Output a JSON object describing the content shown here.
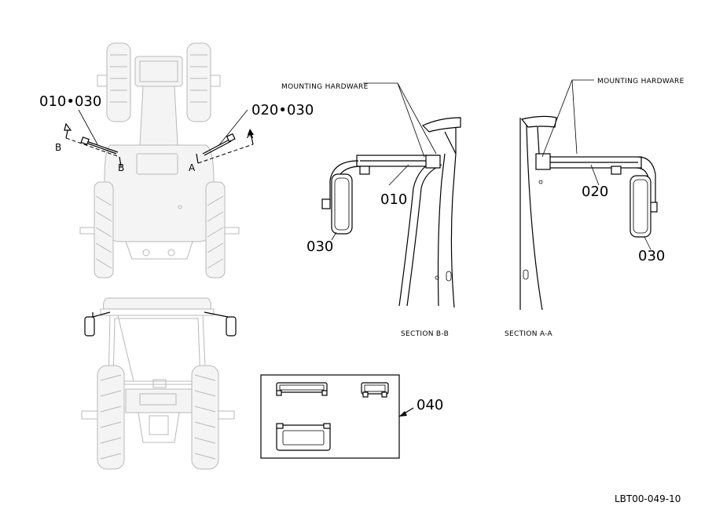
{
  "callouts": {
    "top_left_pair": "010•030",
    "top_right_pair": "020•030",
    "part_010": "010",
    "part_020": "020",
    "part_030_left": "030",
    "part_030_right": "030",
    "part_040": "040"
  },
  "section_markers": {
    "b_left": "B",
    "b_right": "B",
    "a_left": "A",
    "a_right": "A"
  },
  "hardware": {
    "left": "MOUNTING HARDWARE",
    "right": "MOUNTING HARDWARE"
  },
  "sections": {
    "b": "SECTION B-B",
    "a": "SECTION A-A"
  },
  "drawing_code": "LBT00-049-10"
}
